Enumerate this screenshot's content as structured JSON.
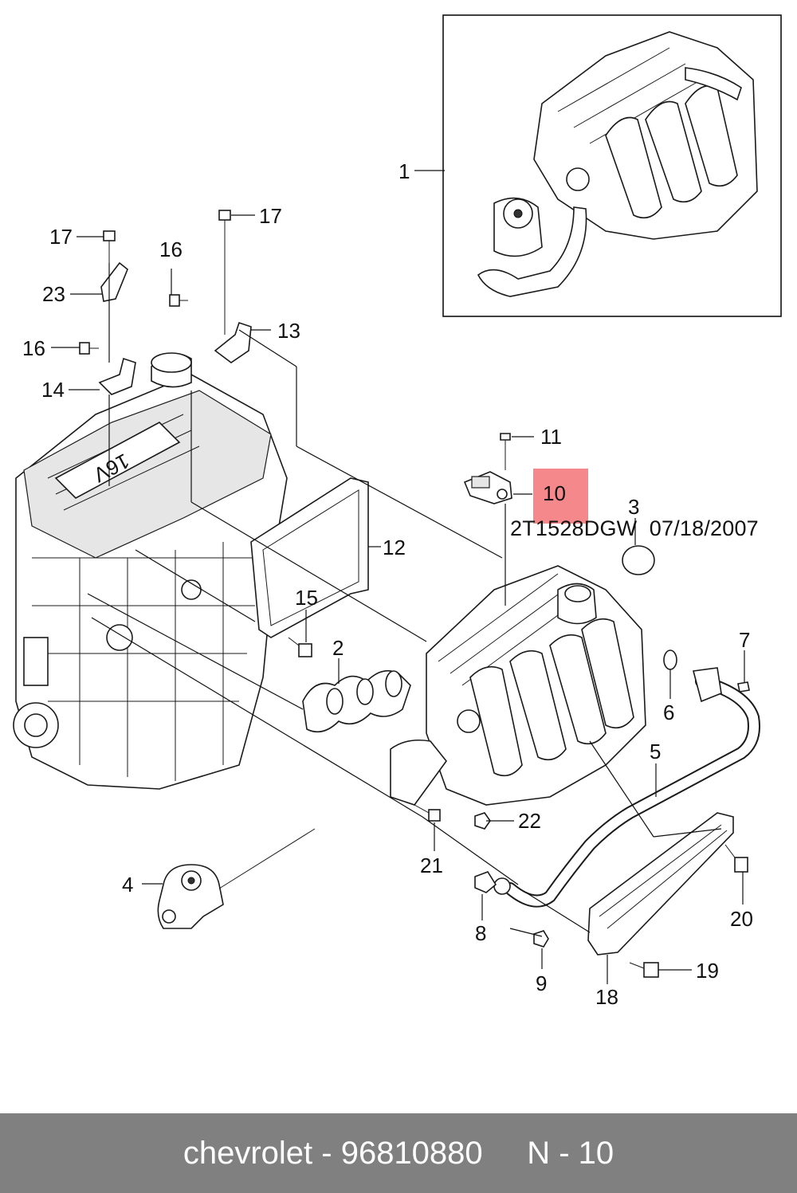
{
  "diagram": {
    "drawing_code": "2T1528DGW  07/18/2007",
    "engine_valve_cover_text": "16V",
    "highlighted_callout": "10",
    "callouts": [
      "1",
      "2",
      "3",
      "4",
      "5",
      "6",
      "7",
      "8",
      "9",
      "10",
      "11",
      "12",
      "13",
      "14",
      "15",
      "16",
      "16",
      "17",
      "17",
      "18",
      "19",
      "20",
      "21",
      "22",
      "23"
    ]
  },
  "footer": {
    "text": "chevrolet - 96810880     N - 10"
  },
  "colors": {
    "highlight": "#f4888a",
    "footer_bg": "#808080",
    "footer_text": "#ffffff",
    "line": "#1a1a1a"
  }
}
